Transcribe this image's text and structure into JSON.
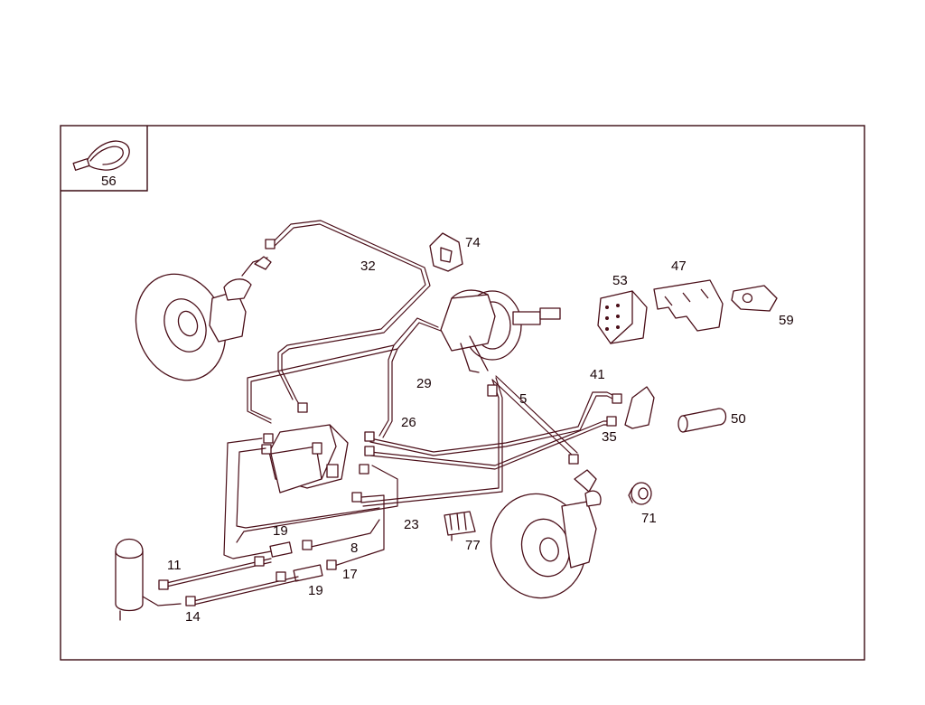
{
  "inset_label": "56",
  "labels": {
    "l32": "32",
    "l74": "74",
    "l53": "53",
    "l47": "47",
    "l59": "59",
    "l29": "29",
    "l41": "41",
    "l5": "5",
    "l26": "26",
    "l50": "50",
    "l35": "35",
    "l71": "71",
    "l19a": "19",
    "l8": "8",
    "l23": "23",
    "l77": "77",
    "l11": "11",
    "l17": "17",
    "l19b": "19",
    "l14": "14"
  },
  "colors": {
    "line": "#4a0e18",
    "frame": "#3a0a12",
    "background": "#ffffff"
  }
}
